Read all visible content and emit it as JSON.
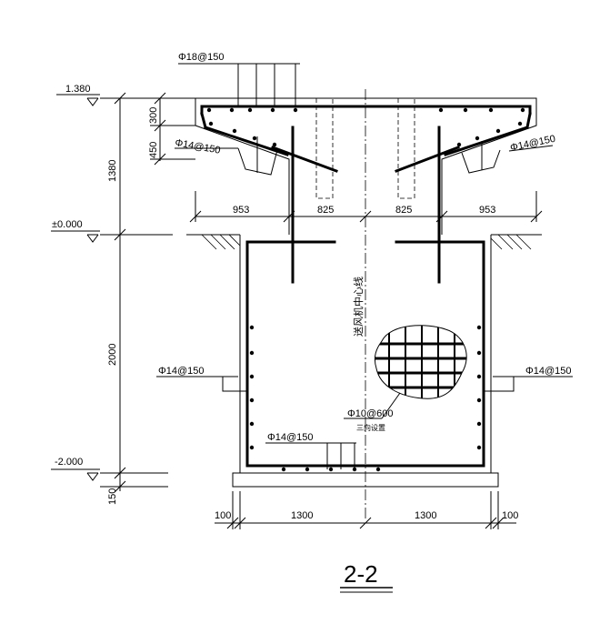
{
  "levels": {
    "top": "1.380",
    "ground": "±0.000",
    "bottom": "-2.000"
  },
  "dimensions": {
    "upper_height": "1380",
    "lower_height": "2000",
    "base_thickness": "150",
    "slab_300": "300",
    "slab_450": "450",
    "left_outer": "953",
    "left_inner": "825",
    "right_inner": "825",
    "right_outer": "953",
    "base_left_edge": "100",
    "base_left": "1300",
    "base_right": "1300",
    "base_right_edge": "100"
  },
  "rebar_labels": {
    "top_slab": "Φ18@150",
    "left_haunch": "Φ14@150",
    "right_haunch": "Φ14@150",
    "left_wall": "Φ14@150",
    "right_wall": "Φ14@150",
    "bottom_slab": "Φ14@150",
    "tie": "Φ10@600",
    "tie_note": "三向设置"
  },
  "centerline_label": "送风机中心线",
  "title": "2-2"
}
